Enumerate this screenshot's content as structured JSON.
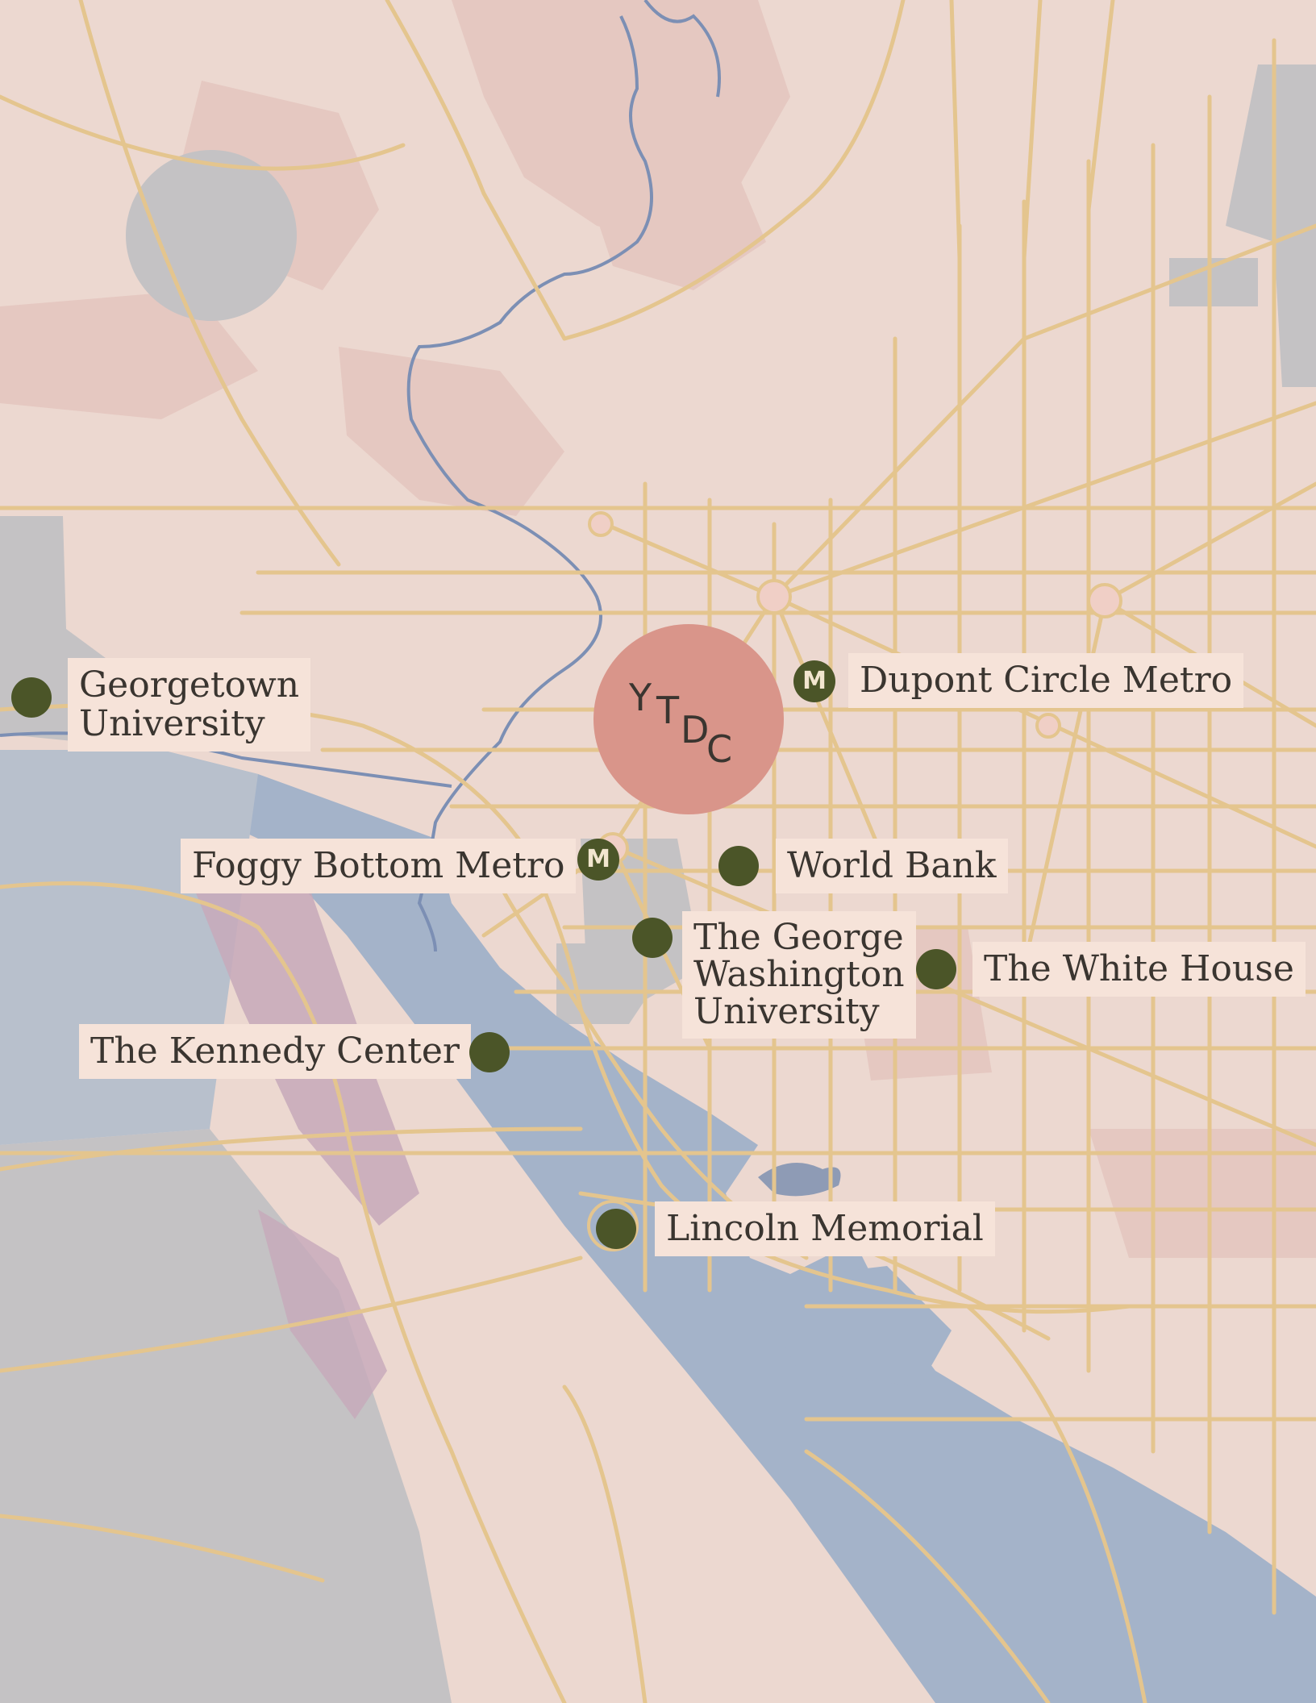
{
  "colors": {
    "land": "#ecd8d0",
    "land_dark": "#e3c3bc",
    "water": "#a4b3c9",
    "gray_area": "#c4c2c4",
    "road": "#e4c58e",
    "marker": "#4b5528",
    "label_bg": "#f6e3d9",
    "highlight": "#d9958a"
  },
  "center_marker": {
    "letters": [
      "Y",
      "T",
      "D",
      "C"
    ]
  },
  "metro_icon_letter": "M",
  "places": [
    {
      "id": "georgetown",
      "label_lines": [
        "Georgetown",
        "University"
      ],
      "type": "poi"
    },
    {
      "id": "dupont",
      "label_lines": [
        "Dupont Circle Metro"
      ],
      "type": "metro"
    },
    {
      "id": "foggy",
      "label_lines": [
        "Foggy Bottom Metro"
      ],
      "type": "metro"
    },
    {
      "id": "worldbank",
      "label_lines": [
        "World Bank"
      ],
      "type": "poi"
    },
    {
      "id": "gwu",
      "label_lines": [
        "The George",
        "Washington",
        "University"
      ],
      "type": "poi"
    },
    {
      "id": "whitehouse",
      "label_lines": [
        "The White House"
      ],
      "type": "poi"
    },
    {
      "id": "kennedy",
      "label_lines": [
        "The Kennedy Center"
      ],
      "type": "poi"
    },
    {
      "id": "lincoln",
      "label_lines": [
        "Lincoln Memorial"
      ],
      "type": "poi"
    }
  ]
}
